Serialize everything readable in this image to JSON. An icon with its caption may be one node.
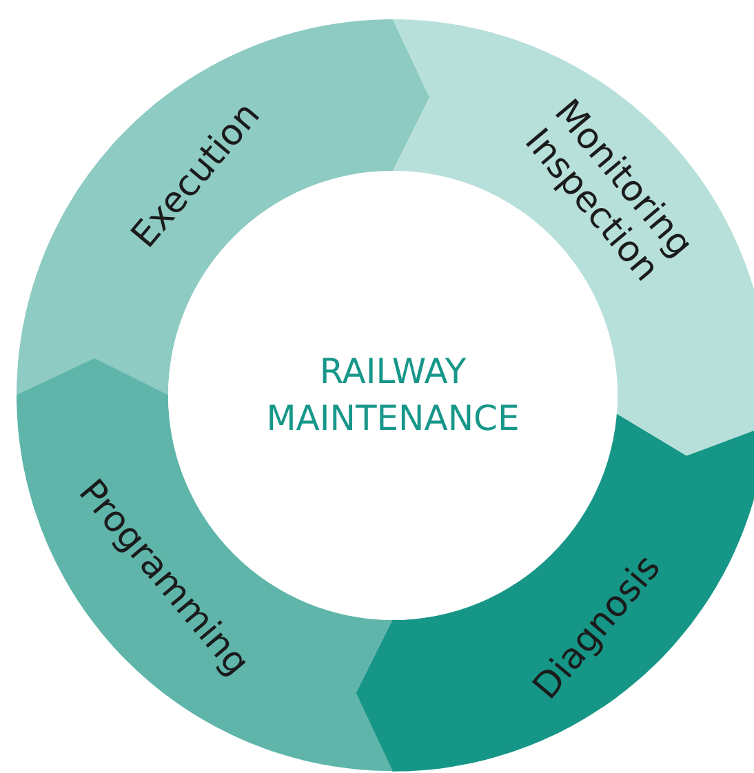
{
  "diagram": {
    "nodes": [
      {
        "text": [
          "RAILWAY MAINTENANCE"
        ]
      },
      {
        "text": [
          "Execution"
        ]
      },
      {
        "text": [
          "Monitoring Inspection"
        ]
      },
      {
        "text": [
          "Diagnosis"
        ]
      },
      {
        "text": [
          "Programming"
        ]
      }
    ]
  }
}
